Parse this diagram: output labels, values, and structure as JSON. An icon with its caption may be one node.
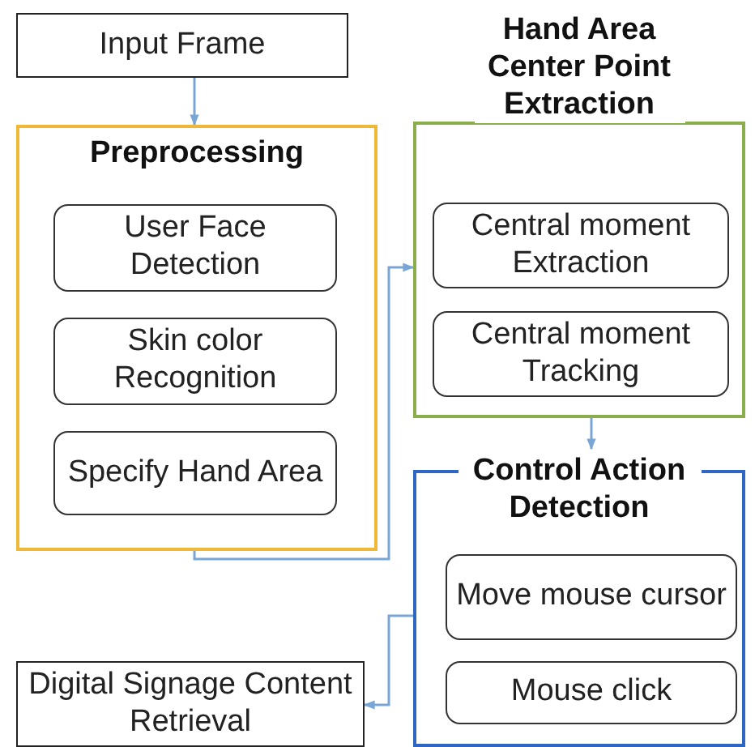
{
  "diagram": {
    "nodes": [
      {
        "text": [
          "Input Frame"
        ]
      },
      {
        "text": [
          "Preprocessing"
        ]
      },
      {
        "text": [
          "User Face Detection"
        ],
        "in": 1
      },
      {
        "text": [
          "Skin color Recognition"
        ],
        "in": 1
      },
      {
        "text": [
          "Specify Hand Area"
        ],
        "in": 1
      },
      {
        "text": [
          "Hand Area Center Point Extraction"
        ]
      },
      {
        "text": [
          "Central moment Extraction"
        ],
        "in": 5
      },
      {
        "text": [
          "Central moment Tracking"
        ],
        "in": 5
      },
      {
        "text": [
          "Control Action Detection"
        ]
      },
      {
        "text": [
          "Move mouse cursor"
        ],
        "in": 8
      },
      {
        "text": [
          "Mouse click"
        ],
        "in": 8
      },
      {
        "text": [
          "Digital Signage Content Retrieval"
        ]
      }
    ],
    "edges": [
      {
        "from": 0,
        "to": 1,
        "arrow": "to"
      },
      {
        "from": 1,
        "to": 5,
        "arrow": "to"
      },
      {
        "from": 5,
        "to": 8,
        "arrow": "to"
      },
      {
        "from": 8,
        "to": 11,
        "arrow": "to"
      }
    ]
  }
}
